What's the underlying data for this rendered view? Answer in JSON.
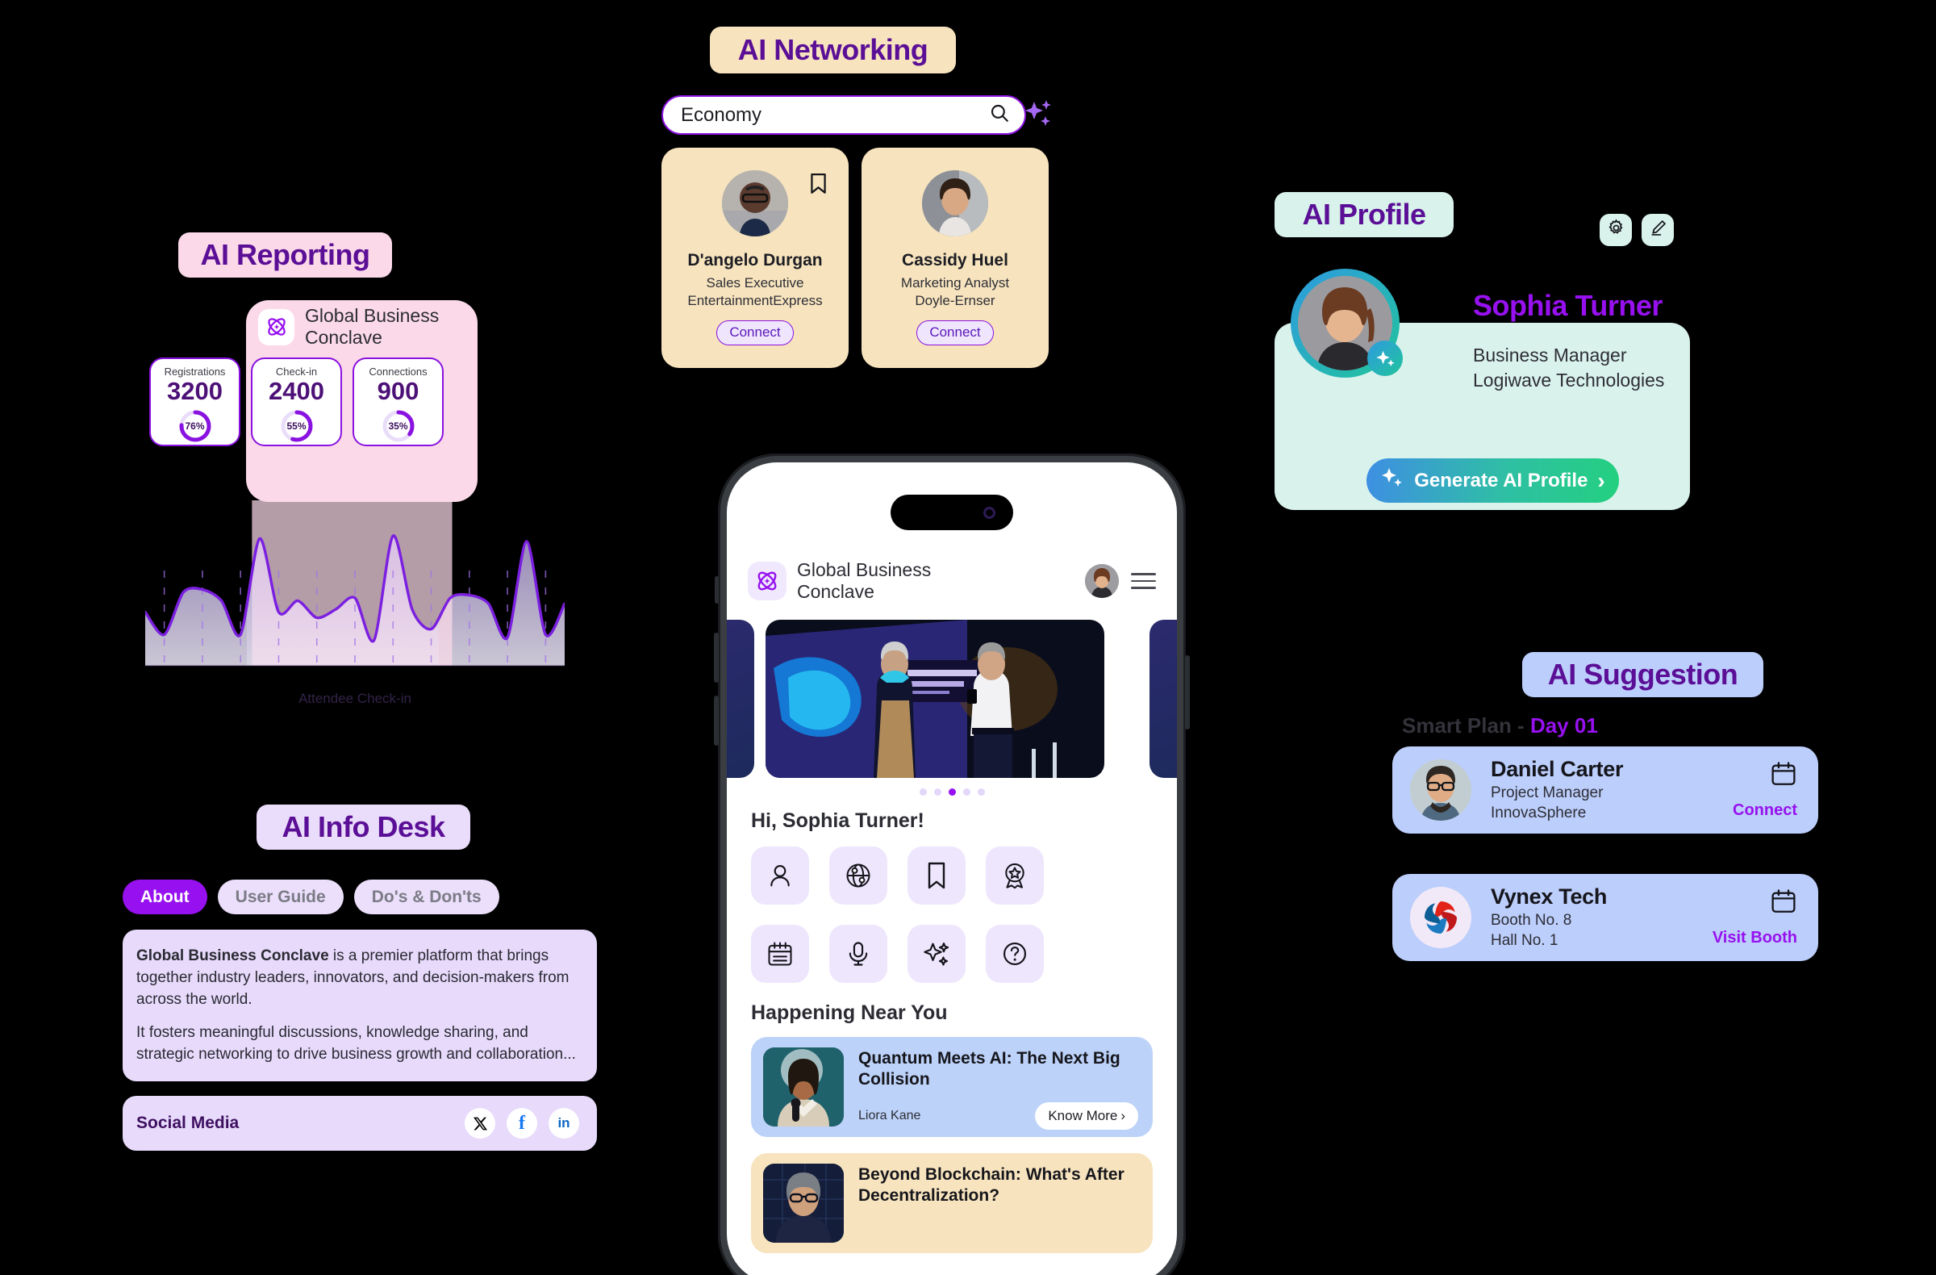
{
  "ai_reporting": {
    "label": "AI Reporting",
    "brand": "Global Business\nConclave",
    "brand_line1": "Global Business",
    "brand_line2": "Conclave",
    "logo_icon": "atom-icon",
    "stats": [
      {
        "title": "Registrations",
        "value": "3200",
        "percent": "76%",
        "percent_num": 76
      },
      {
        "title": "Check-in",
        "value": "2400",
        "percent": "55%",
        "percent_num": 55
      },
      {
        "title": "Connections",
        "value": "900",
        "percent": "35%",
        "percent_num": 35
      }
    ],
    "chart_caption": "Attendee Check-in"
  },
  "chart_data": {
    "type": "area",
    "title": "Attendee Check-in",
    "xlabel": "Attendee Check-in",
    "ylabel": "",
    "grid": "vertical-dashed",
    "legend": null,
    "x": [
      0,
      1,
      2,
      3,
      4,
      5,
      6,
      7,
      8,
      9,
      10,
      11,
      12,
      13,
      14,
      15,
      16,
      17,
      18,
      19,
      20,
      21,
      22
    ],
    "values": [
      38,
      22,
      52,
      54,
      46,
      22,
      90,
      38,
      46,
      34,
      40,
      48,
      18,
      92,
      40,
      26,
      48,
      50,
      44,
      20,
      88,
      22,
      44
    ],
    "ylim": [
      0,
      100
    ],
    "line_color": "#7B1FE0",
    "fill_colors": [
      "#E6DCFA",
      "#FBD9E8"
    ],
    "highlight_band": {
      "x_from": 5.6,
      "x_to": 16.1,
      "color": "#FBD9E8"
    }
  },
  "ai_info_desk": {
    "label": "AI Info Desk",
    "tabs": [
      {
        "label": "About",
        "active": true
      },
      {
        "label": "User Guide",
        "active": false
      },
      {
        "label": "Do's & Don'ts",
        "active": false
      }
    ],
    "about_bold": "Global Business Conclave",
    "about_p1_rest": " is a premier platform that brings together industry leaders, innovators, and decision-makers from across the world.",
    "about_p2": "It fosters meaningful discussions, knowledge sharing, and strategic networking to drive business growth and collaboration...",
    "social_title": "Social Media",
    "social_icons": [
      {
        "name": "x-twitter-icon",
        "glyph": "𝕏",
        "color": "#000000"
      },
      {
        "name": "facebook-icon",
        "glyph": "f",
        "color": "#1877F2"
      },
      {
        "name": "linkedin-icon",
        "glyph": "in",
        "color": "#0A66C2"
      }
    ]
  },
  "ai_networking": {
    "label": "AI Networking",
    "search": {
      "value": "Economy",
      "placeholder": "Search",
      "icon": "search-icon"
    },
    "sparkle_icon": "sparkles-icon",
    "cards": [
      {
        "name": "D'angelo Durgan",
        "role": "Sales Executive",
        "company": "EntertainmentExpress",
        "cta": "Connect",
        "bookmarked": true
      },
      {
        "name": "Cassidy Huel",
        "role": "Marketing Analyst",
        "company": "Doyle-Ernser",
        "cta": "Connect",
        "bookmarked": false
      }
    ]
  },
  "ai_profile": {
    "label": "AI Profile",
    "actions": [
      {
        "name": "settings-button",
        "icon": "gear-icon"
      },
      {
        "name": "edit-button",
        "icon": "pencil-icon"
      }
    ],
    "name": "Sophia Turner",
    "role": "Business Manager",
    "company": "Logiwave Technologies",
    "generate_button": "Generate AI Profile",
    "generate_chevron": "›",
    "accent": "#9711F0",
    "gradient_from": "#3E8FE3",
    "gradient_to": "#23D07F"
  },
  "ai_suggestion": {
    "label": "AI Suggestion",
    "smart_plan_prefix": "Smart Plan - ",
    "smart_plan_day": "Day 01",
    "cards": [
      {
        "name": "Daniel Carter",
        "line1": "Project Manager",
        "line2": "InnovaSphere",
        "action": "Connect",
        "icon": "calendar-icon",
        "avatar_type": "photo"
      },
      {
        "name": "Vynex Tech",
        "line1": "Booth No. 8",
        "line2": "Hall No. 1",
        "action": "Visit Booth",
        "icon": "calendar-icon",
        "avatar_type": "logo"
      }
    ]
  },
  "phone": {
    "brand_line1": "Global Business",
    "brand_line2": "Conclave",
    "logo_icon": "atom-icon",
    "avatar_name": "user-avatar",
    "menu_icon": "hamburger-menu-icon",
    "carousel": {
      "dots": 5,
      "active_index": 2
    },
    "greeting": "Hi, Sophia Turner!",
    "quick_actions": [
      {
        "name": "profile-icon",
        "label": "Profile"
      },
      {
        "name": "globe-network-icon",
        "label": "Network"
      },
      {
        "name": "bookmark-icon",
        "label": "Saved"
      },
      {
        "name": "award-badge-icon",
        "label": "Awards"
      },
      {
        "name": "calendar-icon",
        "label": "Agenda"
      },
      {
        "name": "microphone-icon",
        "label": "Speakers"
      },
      {
        "name": "sparkles-icon",
        "label": "AI"
      },
      {
        "name": "help-circle-icon",
        "label": "Help"
      }
    ],
    "near_title": "Happening Near You",
    "near_cards": [
      {
        "title": "Quantum Meets AI: The Next Big Collision",
        "speaker": "Liora Kane",
        "cta": "Know More",
        "cta_chevron": "›"
      },
      {
        "title": "Beyond Blockchain: What's After Decentralization?",
        "speaker": "",
        "cta": "",
        "cta_chevron": ""
      }
    ]
  }
}
